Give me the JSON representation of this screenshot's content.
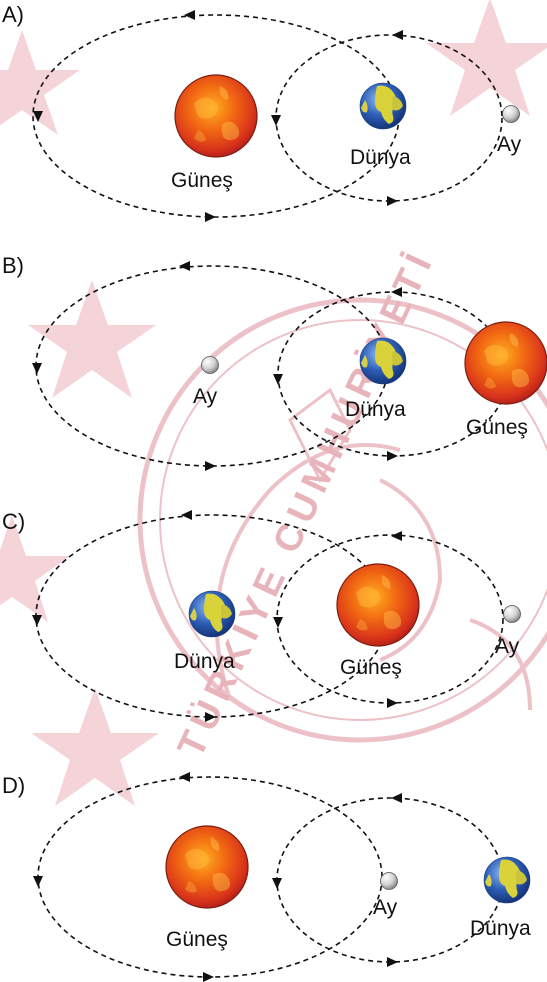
{
  "options": [
    {
      "letter": "A)",
      "labels": {
        "sun": "Güneş",
        "earth": "Dünya",
        "moon": "Ay"
      }
    },
    {
      "letter": "B)",
      "labels": {
        "sun": "Güneş",
        "earth": "Dünya",
        "moon": "Ay"
      }
    },
    {
      "letter": "C)",
      "labels": {
        "sun": "Güneş",
        "earth": "Dünya",
        "moon": "Ay"
      }
    },
    {
      "letter": "D)",
      "labels": {
        "sun": "Güneş",
        "earth": "Dünya",
        "moon": "Ay"
      }
    }
  ],
  "watermark": {
    "text": "TÜRKİYE CUMHURİYETİ",
    "color": "#e8b4bb"
  },
  "colors": {
    "sun": "#e8491b",
    "earth_ocean": "#2d5fb8",
    "earth_land": "#d9d23a",
    "moon": "#cfcfcf"
  }
}
